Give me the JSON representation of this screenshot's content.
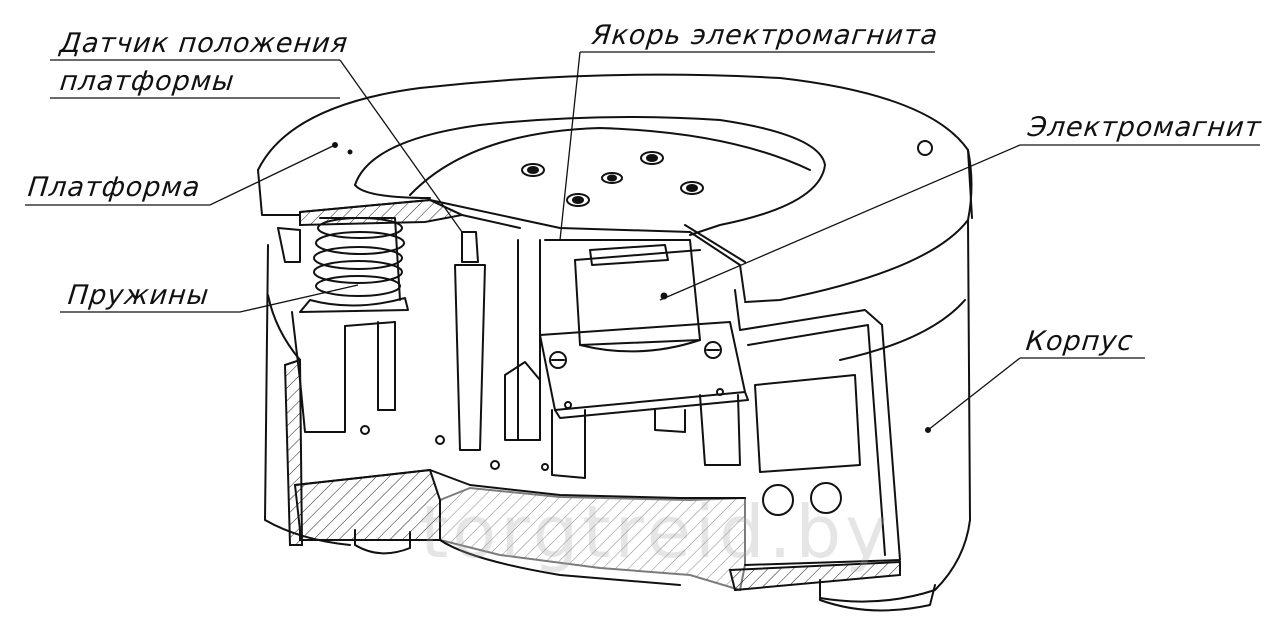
{
  "labels": {
    "sensor_line1": "Датчик положения",
    "sensor_line2": "платформы",
    "armature": "Якорь электромагнита",
    "electromagnet": "Электромагнит",
    "platform": "Платформа",
    "springs": "Пружины",
    "body": "Корпус"
  },
  "watermark": "torgtreid.by",
  "colors": {
    "line": "#111111",
    "background": "#ffffff",
    "watermark": "#a0a0a0"
  }
}
